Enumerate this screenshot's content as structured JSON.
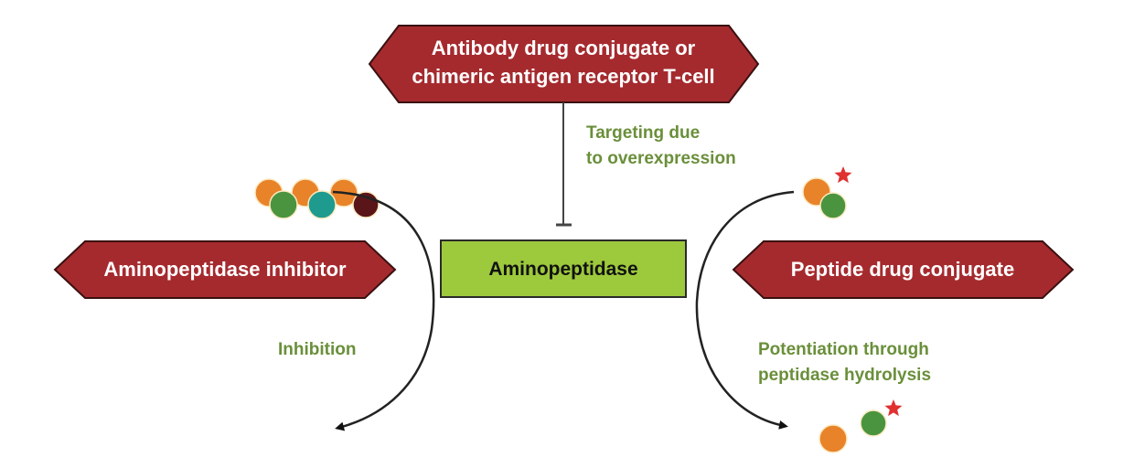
{
  "diagram": {
    "top_node": {
      "line1": "Antibody drug conjugate or",
      "line2": "chimeric antigen receptor T-cell"
    },
    "center_node": {
      "label": "Aminopeptidase"
    },
    "left_node": {
      "label": "Aminopeptidase inhibitor"
    },
    "right_node": {
      "label": "Peptide drug conjugate"
    },
    "edge_labels": {
      "targeting_line1": "Targeting due",
      "targeting_line2": "to overexpression",
      "inhibition": "Inhibition",
      "potentiation_line1": "Potentiation through",
      "potentiation_line2": "peptidase hydrolysis"
    },
    "colors": {
      "node_red": "#a52a2e",
      "node_border": "#3a1010",
      "center_green": "#9dc93c",
      "label_green": "#6a8f3a",
      "bead_orange": "#e8832a",
      "bead_green": "#4a9440",
      "bead_teal": "#1f9a8e",
      "bead_maroon": "#5a1518",
      "star_red": "#e03030"
    }
  }
}
